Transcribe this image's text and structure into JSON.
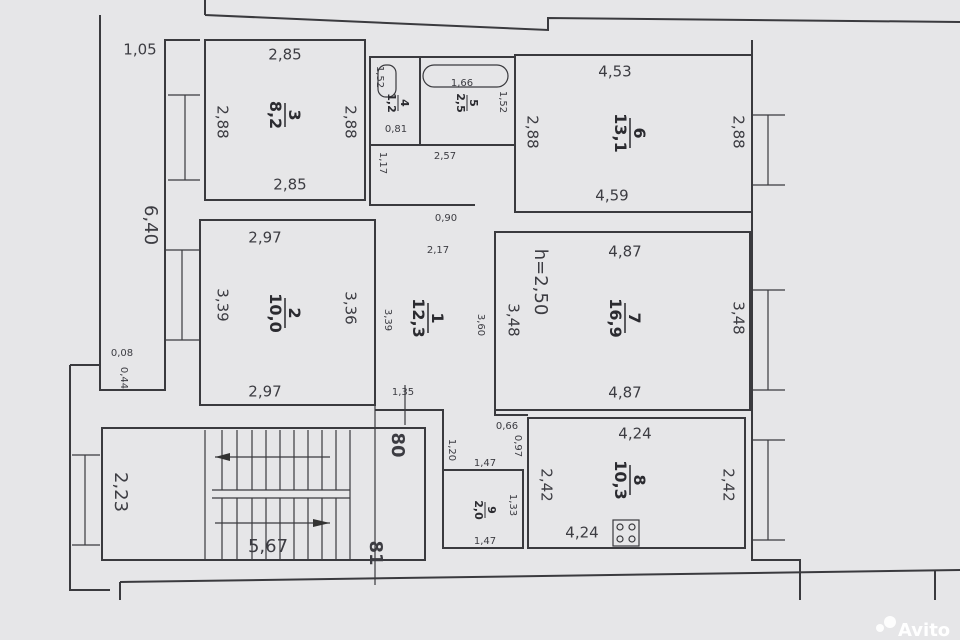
{
  "plan": {
    "ceiling_height": "h=2,50",
    "rooms": [
      {
        "number": "1",
        "area": "12,3"
      },
      {
        "number": "2",
        "area": "10,0"
      },
      {
        "number": "3",
        "area": "8,2"
      },
      {
        "number": "4",
        "area": "1,2"
      },
      {
        "number": "5",
        "area": "2,5"
      },
      {
        "number": "6",
        "area": "13,1"
      },
      {
        "number": "7",
        "area": "16,9"
      },
      {
        "number": "8",
        "area": "10,3"
      },
      {
        "number": "9",
        "area": "2,0"
      }
    ],
    "dimensions": [
      "1,05",
      "6,40",
      "0,08",
      "0,44",
      "2,85",
      "2,88",
      "2,88",
      "2,85",
      "1,52",
      "0,81",
      "1,66",
      "1,52",
      "2,57",
      "1,17",
      "0,90",
      "2,17",
      "4,53",
      "2,88",
      "2,88",
      "4,59",
      "2,97",
      "3,39",
      "3,36",
      "3,39",
      "2,97",
      "4,87",
      "3,48",
      "3,60",
      "3,48",
      "4,87",
      "1,35",
      "0,66",
      "0,97",
      "1,20",
      "1,47",
      "4,24",
      "2,42",
      "2,42",
      "4,24",
      "1,33",
      "1,47",
      "2,23",
      "5,67"
    ],
    "apartment_numbers": [
      "80",
      "81"
    ]
  },
  "watermark": "Avito"
}
